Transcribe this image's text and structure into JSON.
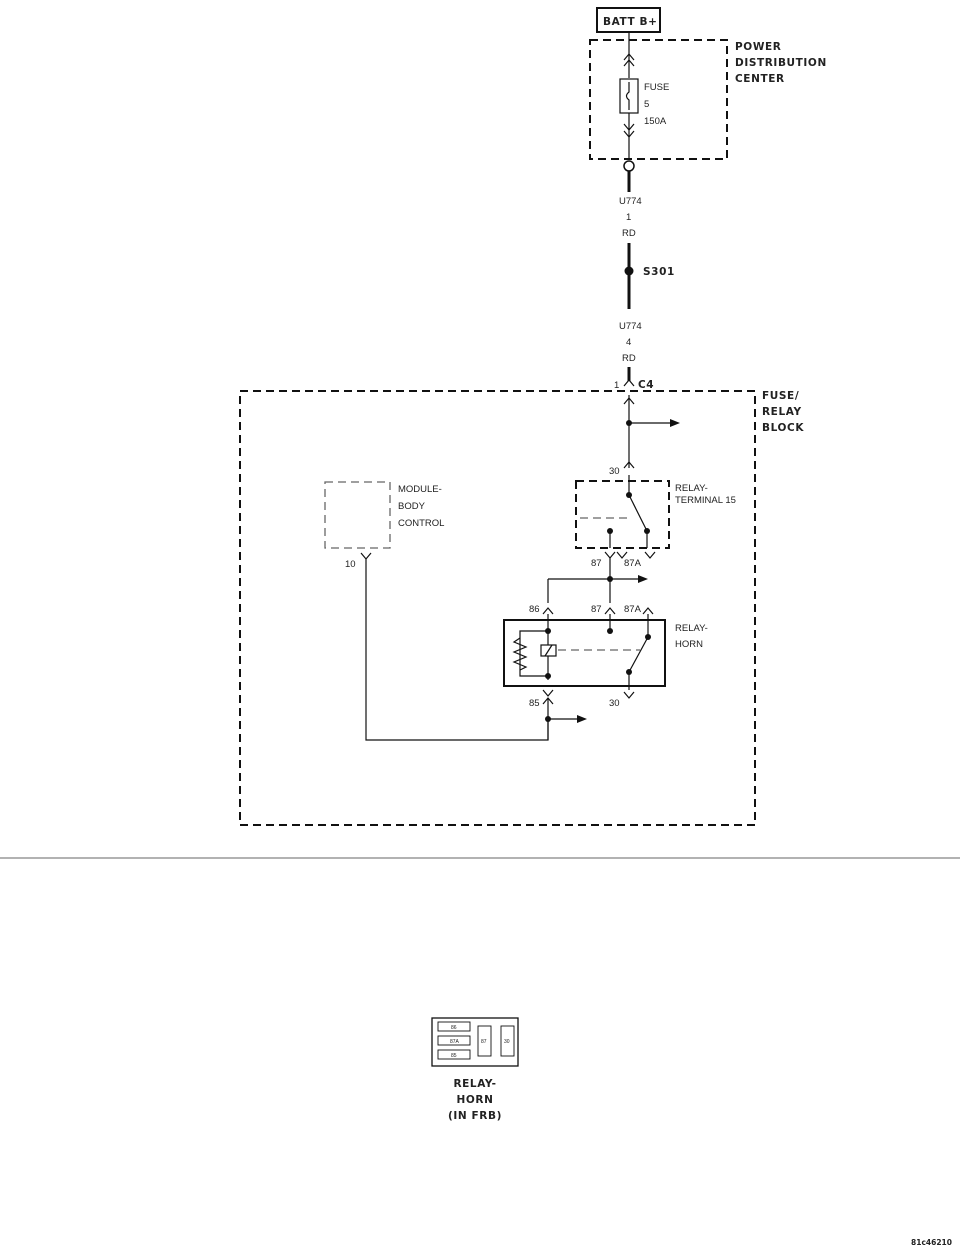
{
  "sources": {
    "batt": "BATT B+",
    "pdc_title": [
      "POWER",
      "DISTRIBUTION",
      "CENTER"
    ],
    "fuse": [
      "FUSE",
      "5",
      "150A"
    ]
  },
  "wires": {
    "upper": [
      "U774",
      "1",
      "RD"
    ],
    "splice": "S301",
    "lower": [
      "U774",
      "4",
      "RD"
    ]
  },
  "connector": {
    "pin": "1",
    "name": "C4"
  },
  "frb_title": [
    "FUSE/",
    "RELAY",
    "BLOCK"
  ],
  "bcm": {
    "title": [
      "MODULE-",
      "BODY",
      "CONTROL"
    ],
    "pin": "10"
  },
  "relay_t15": {
    "title": [
      "RELAY-",
      "TERMINAL 15"
    ],
    "pin_top": "30",
    "pin_87": "87",
    "pin_87a": "87A"
  },
  "relay_horn": {
    "title": [
      "RELAY-",
      "HORN"
    ],
    "pin_86": "86",
    "pin_87": "87",
    "pin_87a": "87A",
    "pin_85": "85",
    "pin_30": "30"
  },
  "view": {
    "title": [
      "RELAY-",
      "HORN",
      "(IN FRB)"
    ],
    "slots": [
      "86",
      "87A",
      "85",
      "87",
      "30"
    ]
  },
  "figure_id": "81c46210"
}
